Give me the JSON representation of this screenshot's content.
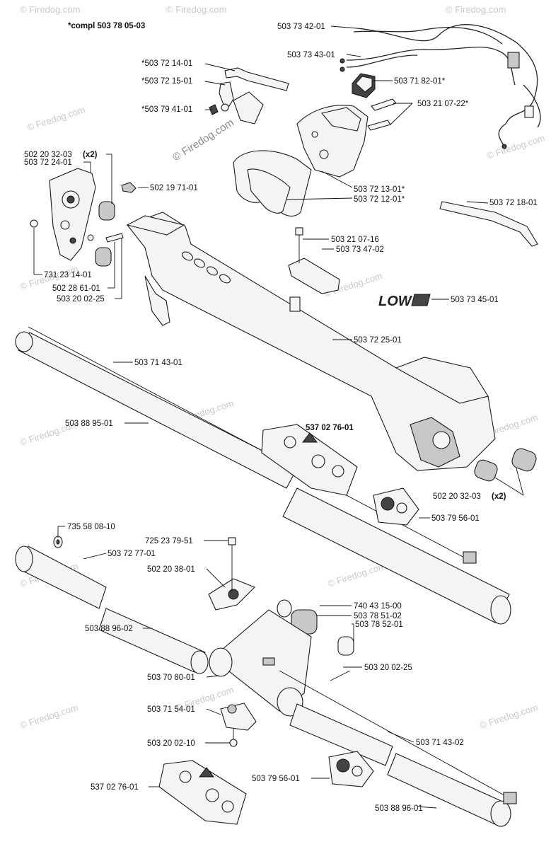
{
  "title": "*compl 503 78 05-03",
  "watermark": "© Firedog.com",
  "logo_text": "LOW",
  "labels": [
    {
      "id": "l01",
      "text": "503 73 42-01"
    },
    {
      "id": "l02",
      "text": "503 73 43-01"
    },
    {
      "id": "l03",
      "text": "*503 72 14-01"
    },
    {
      "id": "l04",
      "text": "503 71 82-01*"
    },
    {
      "id": "l05",
      "text": "*503 72 15-01"
    },
    {
      "id": "l06",
      "text": "503 21 07-22*"
    },
    {
      "id": "l07",
      "text": "*503 79 41-01"
    },
    {
      "id": "l08",
      "text": "502 20 32-03",
      "suffix": "(x2)"
    },
    {
      "id": "l09",
      "text": "503 72 24-01"
    },
    {
      "id": "l10",
      "text": "502 19 71-01"
    },
    {
      "id": "l11",
      "text": "503 72 13-01*"
    },
    {
      "id": "l12",
      "text": "503 72 12-01*"
    },
    {
      "id": "l13",
      "text": "503 72 18-01"
    },
    {
      "id": "l14",
      "text": "503 21 07-16"
    },
    {
      "id": "l15",
      "text": "503 73 47-02"
    },
    {
      "id": "l16",
      "text": "731 23 14-01"
    },
    {
      "id": "l17",
      "text": "502 28 61-01"
    },
    {
      "id": "l18",
      "text": "503 20 02-25"
    },
    {
      "id": "l19",
      "text": "503 73 45-01"
    },
    {
      "id": "l20",
      "text": "503 72 25-01"
    },
    {
      "id": "l21",
      "text": "503 71 43-01"
    },
    {
      "id": "l22",
      "text": "503 88 95-01"
    },
    {
      "id": "l23",
      "text": "537 02 76-01"
    },
    {
      "id": "l24",
      "text": "502 20 32-03",
      "suffix": "(x2)"
    },
    {
      "id": "l25",
      "text": "503 79 56-01"
    },
    {
      "id": "l26",
      "text": "735 58 08-10"
    },
    {
      "id": "l27",
      "text": "725 23 79-51"
    },
    {
      "id": "l28",
      "text": "503 72 77-01"
    },
    {
      "id": "l29",
      "text": "502 20 38-01"
    },
    {
      "id": "l30",
      "text": "740 43 15-00"
    },
    {
      "id": "l31",
      "text": "503 78 51-02"
    },
    {
      "id": "l32",
      "text": "503 78 52-01"
    },
    {
      "id": "l33",
      "text": "503 88 96-02"
    },
    {
      "id": "l34",
      "text": "503 20 02-25"
    },
    {
      "id": "l35",
      "text": "503 70 80-01"
    },
    {
      "id": "l36",
      "text": "503 71 54-01"
    },
    {
      "id": "l37",
      "text": "503 20 02-10"
    },
    {
      "id": "l38",
      "text": "503 71 43-02"
    },
    {
      "id": "l39",
      "text": "537 02 76-01"
    },
    {
      "id": "l40",
      "text": "503 79 56-01"
    },
    {
      "id": "l41",
      "text": "503 88 96-01"
    }
  ]
}
